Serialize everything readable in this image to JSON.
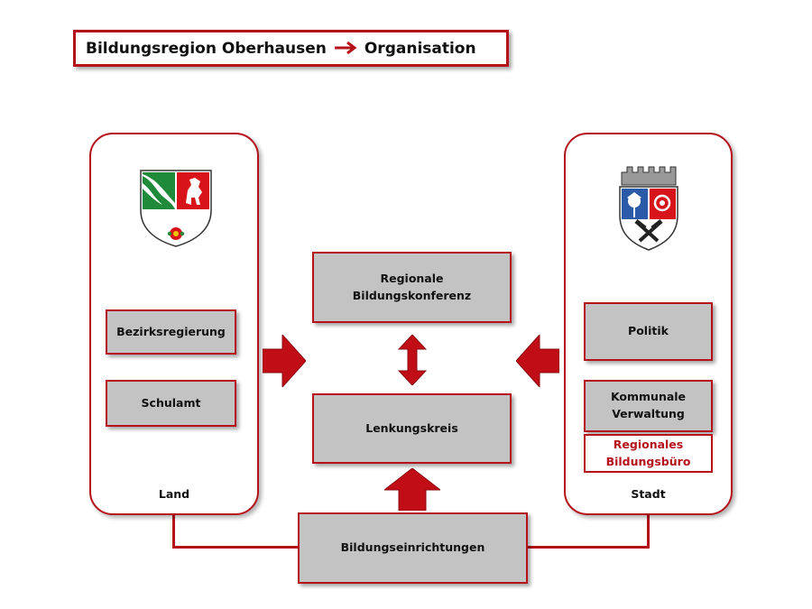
{
  "header": {
    "title_left": "Bildungsregion Oberhausen",
    "title_right": "Organisation"
  },
  "land": {
    "label": "Land",
    "boxes": [
      "Bezirksregierung",
      "Schulamt"
    ]
  },
  "stadt": {
    "label": "Stadt",
    "boxes": [
      "Politik",
      "Kommunale Verwaltung"
    ],
    "highlight_box": "Regionales Bildungsbüro"
  },
  "center": {
    "top_box": "Regionale Bildungskonferenz",
    "middle_box": "Lenkungskreis",
    "bottom_box": "Bildungseinrichtungen"
  },
  "colors": {
    "accent": "#b5121b",
    "box_fill": "#c3c3c3"
  },
  "icons": [
    "nrw-coat-of-arms-icon",
    "oberhausen-coat-of-arms-icon"
  ]
}
